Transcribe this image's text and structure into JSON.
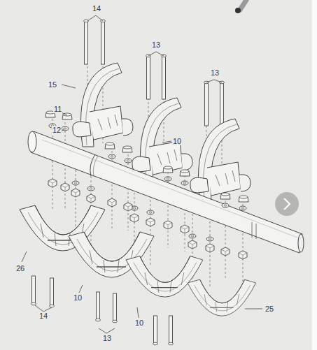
{
  "diagram": {
    "labels": [
      "14",
      "13",
      "13",
      "15",
      "11",
      "12",
      "10",
      "26",
      "10",
      "25",
      "14",
      "10",
      "13"
    ]
  }
}
